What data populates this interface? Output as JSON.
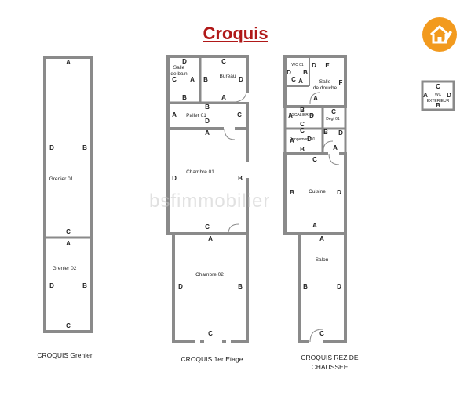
{
  "title": "Croquis",
  "colors": {
    "title": "#b01818",
    "wall": "#8a8a8a",
    "logo": "#f29a1e",
    "text": "#222222"
  },
  "logo_icon": "house-pencil-icon",
  "watermark": "bsfimmobilier",
  "captions": {
    "grenier": "CROQUIS  Grenier",
    "etage": "CROQUIS  1er Etage",
    "rdc_line1": "CROQUIS  REZ DE",
    "rdc_line2": "CHAUSSEE"
  },
  "rooms": {
    "grenier01": "Grenier 01",
    "grenier02": "Grenier 02",
    "salle_bain": "Salle de bain",
    "bureau": "Bureau",
    "palier": "Palier 01",
    "chambre01": "Chambre 01",
    "chambre02": "Chambre 02",
    "wc01": "WC 01",
    "salle_douche": "Salle de douche",
    "escalier": "ESCALIER 01",
    "degt": "Dégt 01",
    "rangement": "Rangement 01",
    "cuisine": "Cuisine",
    "salon": "Salon",
    "wc_ext": "WC EXTERIEUR"
  },
  "wall_letters": [
    "A",
    "B",
    "C",
    "D",
    "E",
    "F"
  ]
}
